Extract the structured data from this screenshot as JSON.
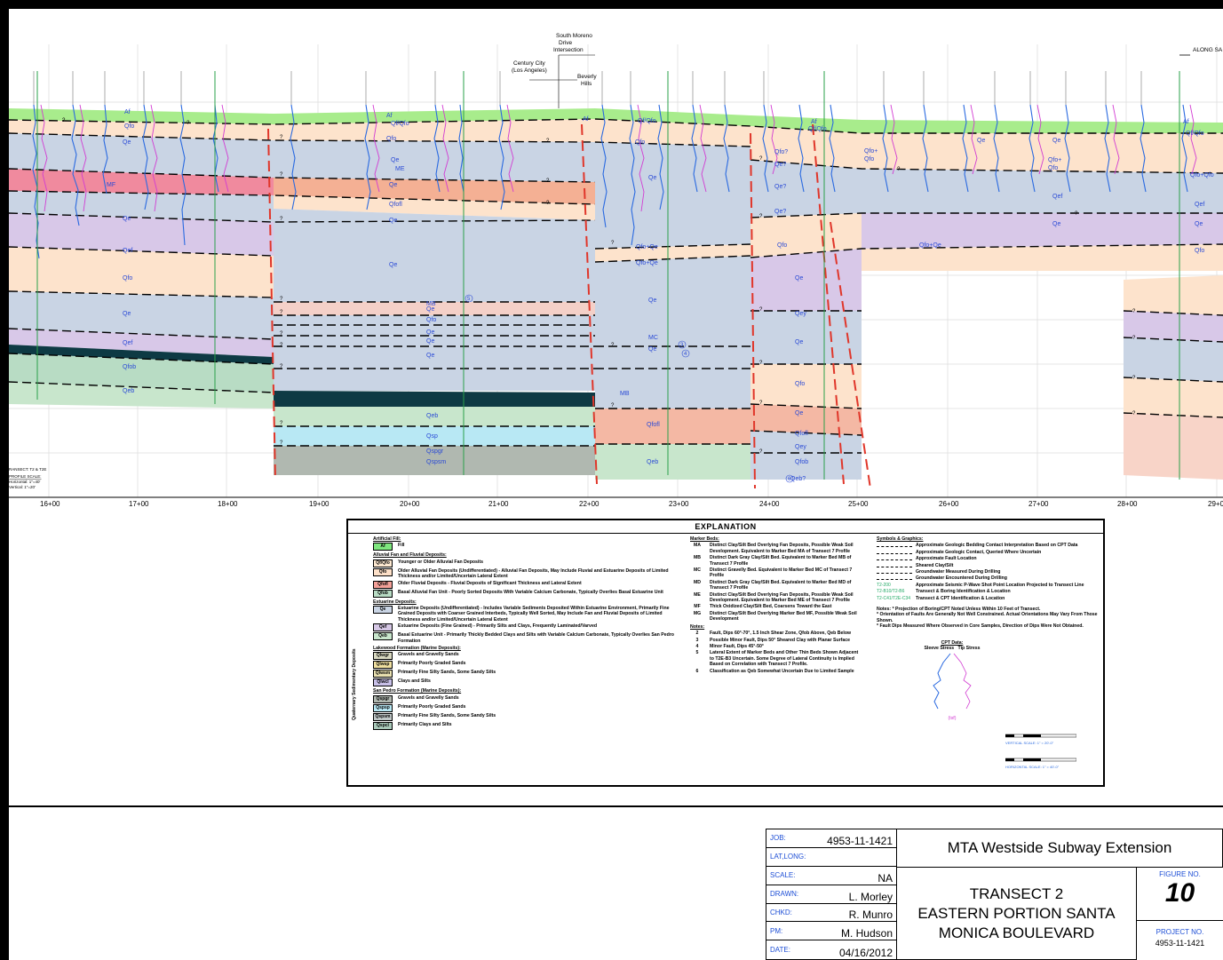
{
  "section": {
    "header_labels": {
      "south_moreno": "South Moreno Drive Intersection",
      "century_city": "Century City (Los Angeles)",
      "beverly_hills": "Beverly Hills",
      "along": "ALONG SA"
    },
    "stations": [
      "16+00",
      "17+00",
      "18+00",
      "19+00",
      "20+00",
      "21+00",
      "22+00",
      "23+00",
      "24+00",
      "25+00",
      "26+00",
      "27+00",
      "28+00",
      "29+0"
    ],
    "scale_note_lines": [
      "RANSECT: T2 & T2E",
      "PROFILE SCALE:",
      "Horizontal: 1\"=40'",
      "Vertical: 1\"=20'"
    ],
    "unit_labels": [
      "Af",
      "Qfo",
      "Qe",
      "MF",
      "Qe",
      "Qef",
      "Qfo",
      "Qe",
      "Qef",
      "Qfob",
      "Qeb",
      "Af",
      "Qf/Qfo",
      "Qfo",
      "ME",
      "Qfofl",
      "Qe",
      "Qfo",
      "Qe",
      "Qfo",
      "Qe",
      "Qsp",
      "Qspgr",
      "Qspsm",
      "Qeb",
      "Af",
      "Qf/Qfo",
      "Qfo",
      "Qe",
      "Qfo+Qe",
      "Qfo+Qe",
      "Qe",
      "MB",
      "Qfofl",
      "Qeb",
      "Qfo?",
      "Qe?",
      "Qe?",
      "Qfo",
      "Qe",
      "Qey",
      "Qe",
      "Qfo",
      "Qe",
      "Qfofl",
      "Qey",
      "Qfob",
      "Qeb?",
      "Af",
      "Qf/Qfo",
      "Qfo+",
      "Qfo+",
      "Qe",
      "Qef",
      "Qe",
      "Qfo",
      "Qfo+Qe",
      "Qe",
      "Qfo+Qfo",
      "Qef",
      "Qe",
      "Qfo"
    ],
    "note_markers": [
      "5",
      "3",
      "4",
      "6"
    ]
  },
  "explanation": {
    "title": "EXPLANATION",
    "artificial_fill": {
      "heading": "Artificial Fill:",
      "items": [
        {
          "code": "Af",
          "color": "#7ee67e",
          "text": "Fill"
        }
      ]
    },
    "alluvial": {
      "heading": "Alluvial Fan and Fluvial Deposits:",
      "items": [
        {
          "code": "Qf/Qfo",
          "color": "#fde8d0",
          "text": "Younger or Older Alluvial Fan Deposits"
        },
        {
          "code": "Qfo",
          "color": "#fde0c8",
          "text": "Older Alluvial Fan Deposits (Undifferentiated) - Alluvial Fan Deposits, May Include Fluvial and Estuarine Deposits of Limited Thickness and/or Limited/Uncertain Lateral Extent"
        },
        {
          "code": "Qfofl",
          "color": "#f4a098",
          "text": "Older Fluvial Deposits - Fluvial Deposits of Significant Thickness and Lateral Extent"
        },
        {
          "code": "Qfob",
          "color": "#b8dcc4",
          "text": "Basal Alluvial Fan Unit - Poorly Sorted Deposits With Variable Calcium Carbonate, Typically Overlies Basal Estuarine Unit"
        }
      ]
    },
    "estuarine": {
      "heading": "Estuarine Deposits:",
      "items": [
        {
          "code": "Qe",
          "color": "#c9d4e4",
          "text": "Estuarine Deposits (Undifferentiated) - Includes Variable Sediments Deposited Within Estuarine Environment, Primarily Fine Grained Deposits with Coarser Grained Interbeds, Typically Well Sorted, May Include Fan and Fluvial Deposits of Limited Thickness and/or Limited/Uncertain Lateral Extent"
        },
        {
          "code": "Qef",
          "color": "#d6c8e6",
          "text": "Estuarine Deposits (Fine Grained) - Primarily Silts and Clays, Frequently Laminated/Varved"
        },
        {
          "code": "Qeb",
          "color": "#c8e6cc",
          "text": "Basal Estuarine Unit - Primarily Thickly Bedded Clays and Silts with Variable Calcium Carbonate, Typically Overlies San Pedro Formation"
        }
      ]
    },
    "lakewood": {
      "heading": "Lakewood Formation (Marine Deposits):",
      "items": [
        {
          "code": "Qlwgr",
          "color": "#d8d8c0",
          "text": "Gravels and Gravelly Sands"
        },
        {
          "code": "Qlwsp",
          "color": "#f0e0a0",
          "text": "Primarily Poorly Graded Sands"
        },
        {
          "code": "Qlwsm",
          "color": "#e8e0b0",
          "text": "Primarily Fine Silty Sands, Some Sandy Silts"
        },
        {
          "code": "Qlwcl",
          "color": "#c8c0e8",
          "text": "Clays and Silts"
        }
      ]
    },
    "sanpedro": {
      "heading": "San Pedro Formation (Marine Deposits):",
      "items": [
        {
          "code": "Qspgr",
          "color": "#b0b8b0",
          "text": "Gravels and Gravelly Sands"
        },
        {
          "code": "Qspsp",
          "color": "#b8e8f4",
          "text": "Primarily Poorly Graded Sands"
        },
        {
          "code": "Qspsm",
          "color": "#c0c8c8",
          "text": "Primarily Fine Silty Sands, Some Sandy Silts"
        },
        {
          "code": "Qspcl",
          "color": "#a8c8b8",
          "text": "Primarily Clays and Silts"
        }
      ]
    },
    "side_label": "Quaternary Sedimentary Deposits",
    "marker_beds": {
      "heading": "Marker Beds:",
      "items": [
        {
          "code": "MA",
          "text": "Distinct Clay/Silt Bed Overlying Fan Deposits, Possible Weak Soil Development. Equivalent to Marker Bed MA of Transect 7 Profile"
        },
        {
          "code": "MB",
          "text": "Distinct Dark Gray Clay/Silt Bed. Equivalent to Marker Bed MB of Transect 7 Profile"
        },
        {
          "code": "MC",
          "text": "Distinct Gravelly Bed. Equivalent to Marker Bed MC of Transect 7 Profile"
        },
        {
          "code": "MD",
          "text": "Distinct Dark Gray Clay/Silt Bed. Equivalent to Marker Bed MD of Transect 7 Profile"
        },
        {
          "code": "ME",
          "text": "Distinct Clay/Silt Bed Overlying Fan Deposits, Possible Weak Soil Development. Equivalent to Marker Bed ME of Transect 7 Profile"
        },
        {
          "code": "MF",
          "text": "Thick Oxidized Clay/Silt Bed, Coarsens Toward the East"
        },
        {
          "code": "MG",
          "text": "Distinct Clay/Silt Bed Overlying Marker Bed MF, Possible Weak Soil Development"
        }
      ]
    },
    "notes": {
      "heading": "Notes:",
      "items": [
        {
          "code": "2",
          "text": "Fault, Dips 60°-70°, 1.5 Inch Shear Zone, Qfob Above, Qeb Below"
        },
        {
          "code": "3",
          "text": "Possible Minor Fault, Dips 50° Sheared Clay with Planar Surface"
        },
        {
          "code": "4",
          "text": "Minor Fault, Dips 45°-50°"
        },
        {
          "code": "5",
          "text": "Lateral Extent of Marker Beds and Other Thin Beds Shown Adjacent to T2E-B3 Uncertain. Some Degree of Lateral Continuity is Implied Based on Correlation with Transect 7 Profile."
        },
        {
          "code": "6",
          "text": "Classification as Qeb Somewhat Uncertain Due to Limited Sample"
        }
      ]
    },
    "symbols": {
      "heading": "Symbols & Graphics:",
      "items": [
        {
          "sym": "",
          "text": "Approximate Geologic Bedding Contact Interpretation Based on CPT Data"
        },
        {
          "sym": "",
          "text": "Approximate Geologic Contact, Queried Where Uncertain"
        },
        {
          "sym": "",
          "text": "Approximate Fault Location"
        },
        {
          "sym": "",
          "text": "Sheared Clay/Silt"
        },
        {
          "sym": "",
          "text": "Groundwater Measured During Drilling"
        },
        {
          "sym": "",
          "text": "Groundwater Encountered During Drilling"
        },
        {
          "sym": "T2-200",
          "text": "Approximate Seismic P-Wave Shot Point Location Projected to Transect Line"
        },
        {
          "sym": "T2-B10/T2-B6",
          "text": "Transect & Boring Identification & Location"
        },
        {
          "sym": "T2-C41/T2E-C34",
          "text": "Transect & CPT Identification & Location"
        }
      ]
    },
    "notes2": [
      "Notes: * Projection of Boring/CPT Noted Unless Within 10 Feet of Transect.",
      "* Orientation of Faults Are Generally Not Well Constrained. Actual Orientations May Vary From Those Shown.",
      "* Fault Dips Measured Where Observed in Core Samples, Direction of Dips Were Not Obtained."
    ],
    "cpt": {
      "heading": "CPT Data:",
      "sleeve": "Sleeve Stress",
      "tip": "Tip Stress",
      "tsf": "(tsf)"
    },
    "scales": {
      "vertical": "VERTICAL SCALE: 1\" = 20'-0\"",
      "horizontal": "HORIZONTAL SCALE: 1\" = 40'-0\""
    }
  },
  "titleblock": {
    "job_label": "JOB:",
    "job": "4953-11-1421",
    "latlong_label": "LAT,LONG:",
    "latlong": "",
    "scale_label": "SCALE:",
    "scale": "NA",
    "drawn_label": "DRAWN:",
    "drawn": "L. Morley",
    "chkd_label": "CHKD:",
    "chkd": "R. Munro",
    "pm_label": "PM:",
    "pm": "M. Hudson",
    "date_label": "DATE:",
    "date": "04/16/2012",
    "project_name": "MTA Westside Subway Extension",
    "title_line1": "TRANSECT 2",
    "title_line2": "EASTERN PORTION SANTA",
    "title_line3": "MONICA BOULEVARD",
    "figure_label": "FIGURE NO.",
    "figure_no": "10",
    "project_no_label": "PROJECT NO.",
    "project_no": "4953-11-1421"
  }
}
